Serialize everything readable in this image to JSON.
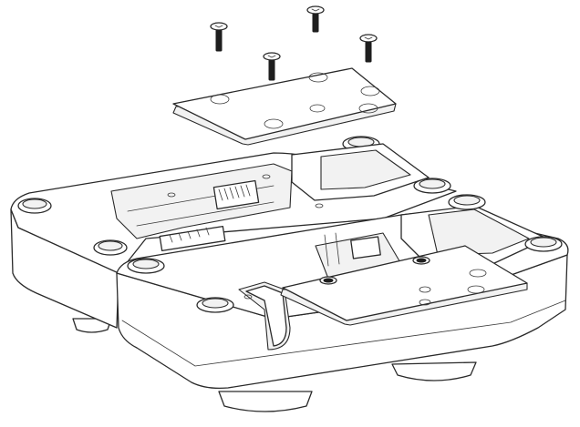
{
  "diagram": {
    "type": "exploded-assembly-line-drawing",
    "components": [
      "screw",
      "screw",
      "screw",
      "screw",
      "cover-plate",
      "left-module",
      "right-module",
      "small-plate"
    ],
    "colors": {
      "line": "#2a2a2a",
      "background": "#ffffff",
      "shade": "#f2f2f2"
    }
  }
}
